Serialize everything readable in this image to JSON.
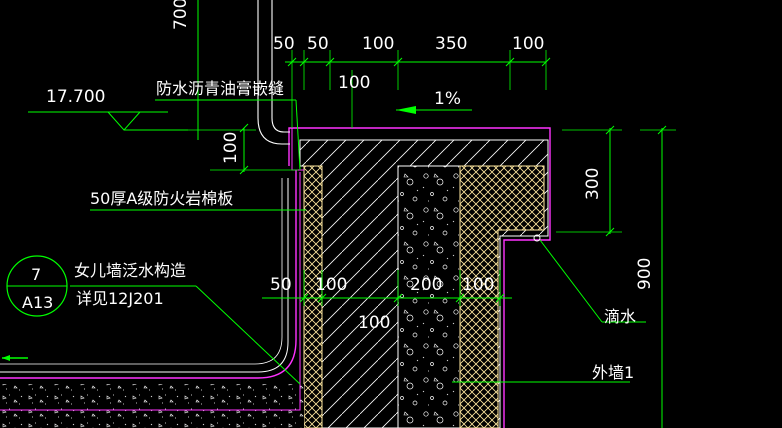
{
  "colors": {
    "background": "#000000",
    "dim": "#00ff00",
    "outline": "#ff33ff",
    "text": "#ffffff",
    "insulation": "#ffe8a0",
    "hatch": "#ffffff"
  },
  "dims": {
    "top_segments": [
      "50",
      "50",
      "100",
      "350",
      "100"
    ],
    "vertical_700": "700",
    "elev_100": "100",
    "left_100": "100",
    "slope": "1%",
    "right_300": "300",
    "right_900": "900",
    "mid_50": "50",
    "mid_100a": "100",
    "mid_200": "200",
    "mid_100b": "100",
    "bottom_100": "100"
  },
  "labels": {
    "elevation": "17.700",
    "sealant": "防水沥青油膏嵌缝",
    "rockwool": "50厚A级防火岩棉板",
    "detail_title": "女儿墙泛水构造",
    "detail_ref": "详见12J201",
    "detail_num": "7",
    "detail_sheet": "A13",
    "drip": "滴水",
    "wall": "外墙1"
  }
}
